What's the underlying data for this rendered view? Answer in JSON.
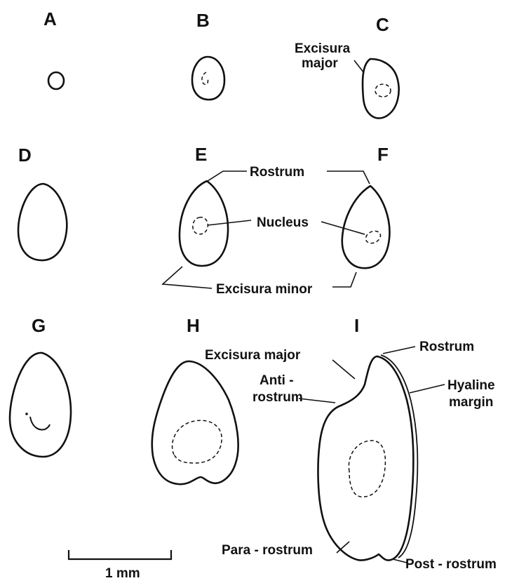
{
  "panels": [
    "A",
    "B",
    "C",
    "D",
    "E",
    "F",
    "G",
    "H",
    "I"
  ],
  "labels": {
    "c_excisura_major_line1": "Excisura",
    "c_excisura_major_line2": "major",
    "rostrum": "Rostrum",
    "nucleus": "Nucleus",
    "excisura_minor": "Excisura minor",
    "i_excisura_major": "Excisura major",
    "i_antirostrum_line1": "Anti -",
    "i_antirostrum_line2": "rostrum",
    "i_rostrum": "Rostrum",
    "i_hyaline_line1": "Hyaline",
    "i_hyaline_line2": "margin",
    "i_pararostrum": "Para - rostrum",
    "i_postrostrum": "Post - rostrum"
  },
  "scale_bar": {
    "label": "1 mm"
  }
}
